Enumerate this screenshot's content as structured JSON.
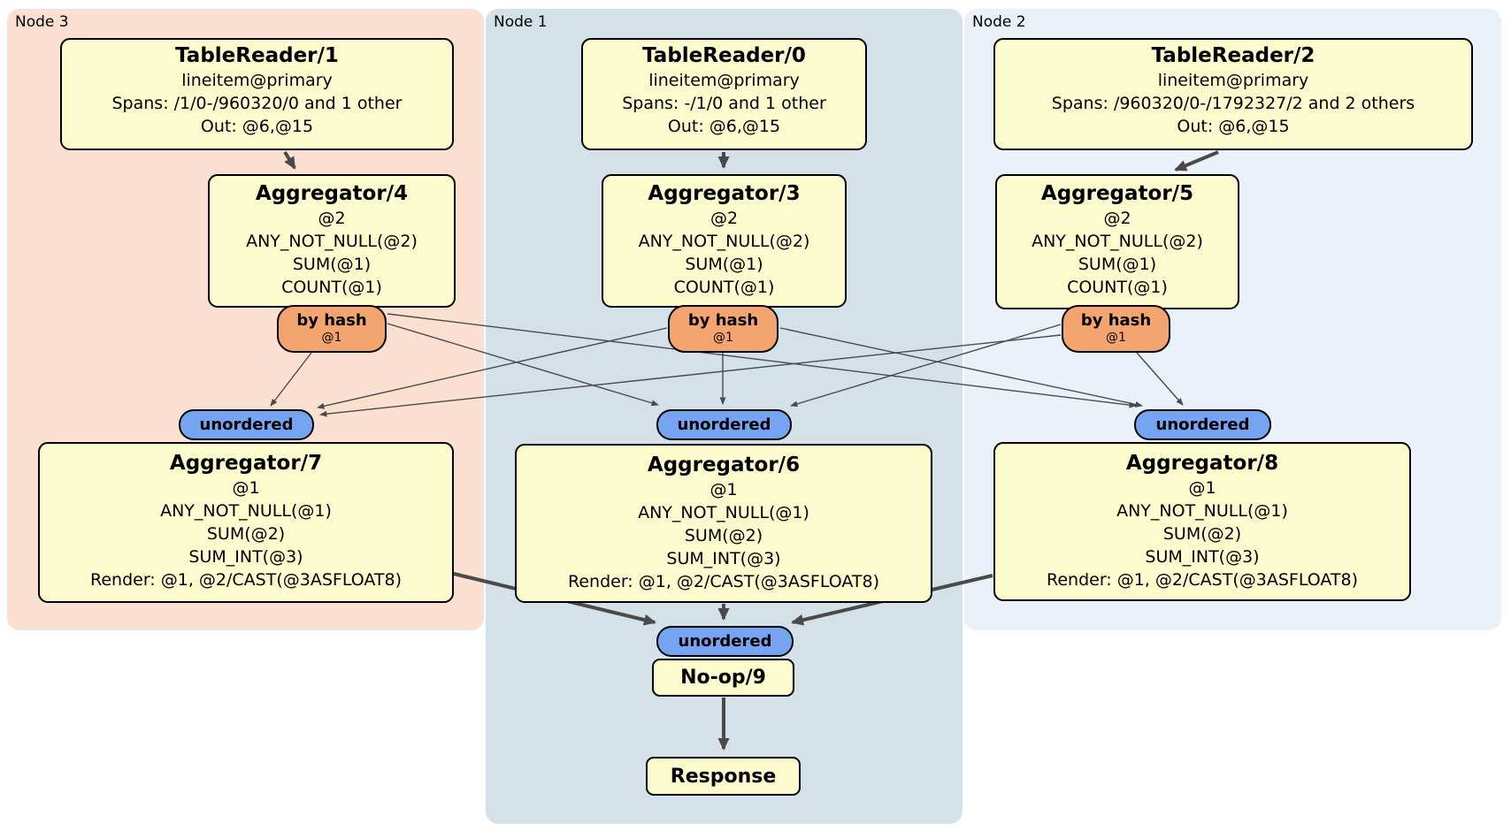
{
  "regions": {
    "node3": {
      "label": "Node 3"
    },
    "node1": {
      "label": "Node 1"
    },
    "node2": {
      "label": "Node 2"
    }
  },
  "processors": {
    "tr1": {
      "title": "TableReader/1",
      "lines": [
        "lineitem@primary",
        "Spans: /1/0-/960320/0 and 1 other",
        "Out: @6,@15"
      ]
    },
    "tr0": {
      "title": "TableReader/0",
      "lines": [
        "lineitem@primary",
        "Spans: -/1/0 and 1 other",
        "Out: @6,@15"
      ]
    },
    "tr2": {
      "title": "TableReader/2",
      "lines": [
        "lineitem@primary",
        "Spans: /960320/0-/1792327/2 and 2 others",
        "Out: @6,@15"
      ]
    },
    "agg4": {
      "title": "Aggregator/4",
      "lines": [
        "@2",
        "ANY_NOT_NULL(@2)",
        "SUM(@1)",
        "COUNT(@1)"
      ]
    },
    "agg3": {
      "title": "Aggregator/3",
      "lines": [
        "@2",
        "ANY_NOT_NULL(@2)",
        "SUM(@1)",
        "COUNT(@1)"
      ]
    },
    "agg5": {
      "title": "Aggregator/5",
      "lines": [
        "@2",
        "ANY_NOT_NULL(@2)",
        "SUM(@1)",
        "COUNT(@1)"
      ]
    },
    "agg7": {
      "title": "Aggregator/7",
      "lines": [
        "@1",
        "ANY_NOT_NULL(@1)",
        "SUM(@2)",
        "SUM_INT(@3)",
        "Render: @1, @2/CAST(@3ASFLOAT8)"
      ]
    },
    "agg6": {
      "title": "Aggregator/6",
      "lines": [
        "@1",
        "ANY_NOT_NULL(@1)",
        "SUM(@2)",
        "SUM_INT(@3)",
        "Render: @1, @2/CAST(@3ASFLOAT8)"
      ]
    },
    "agg8": {
      "title": "Aggregator/8",
      "lines": [
        "@1",
        "ANY_NOT_NULL(@1)",
        "SUM(@2)",
        "SUM_INT(@3)",
        "Render: @1, @2/CAST(@3ASFLOAT8)"
      ]
    },
    "noop": {
      "title": "No-op/9"
    },
    "response": {
      "title": "Response"
    }
  },
  "router": {
    "label": "by hash",
    "sub": "@1"
  },
  "sync": {
    "label": "unordered"
  },
  "colors": {
    "node3_bg": "#fbe0d2",
    "node1_bg": "#d4e1e9",
    "node2_bg": "#ebf1f9",
    "processor_fill": "#fcfbcd",
    "router_fill": "#f3a46f",
    "sync_fill": "#74a4f2",
    "border": "#000000",
    "edge": "#4a4a4a"
  }
}
